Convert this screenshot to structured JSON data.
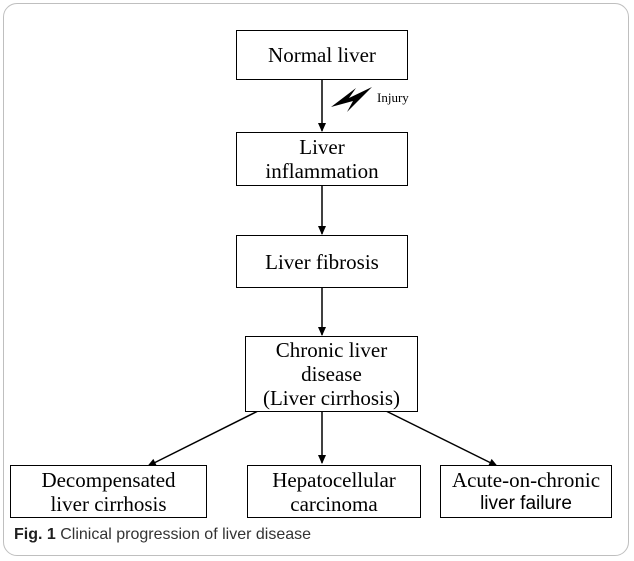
{
  "nodes": {
    "normal_liver": "Normal liver",
    "liver_inflammation": "Liver\ninflammation",
    "liver_fibrosis": "Liver fibrosis",
    "chronic_liver_disease": "Chronic liver\ndisease\n(Liver cirrhosis)",
    "decompensated": "Decompensated\nliver cirrhosis",
    "hcc": "Hepatocellular\ncarcinoma",
    "aclf_line1": "Acute-on-chronic",
    "aclf_line2": "liver failure"
  },
  "edge_labels": {
    "injury": "Injury"
  },
  "caption": {
    "label": "Fig. 1",
    "text": "Clinical progression of liver disease"
  },
  "colors": {
    "border": "#000000",
    "frame": "#bfbfbf"
  }
}
